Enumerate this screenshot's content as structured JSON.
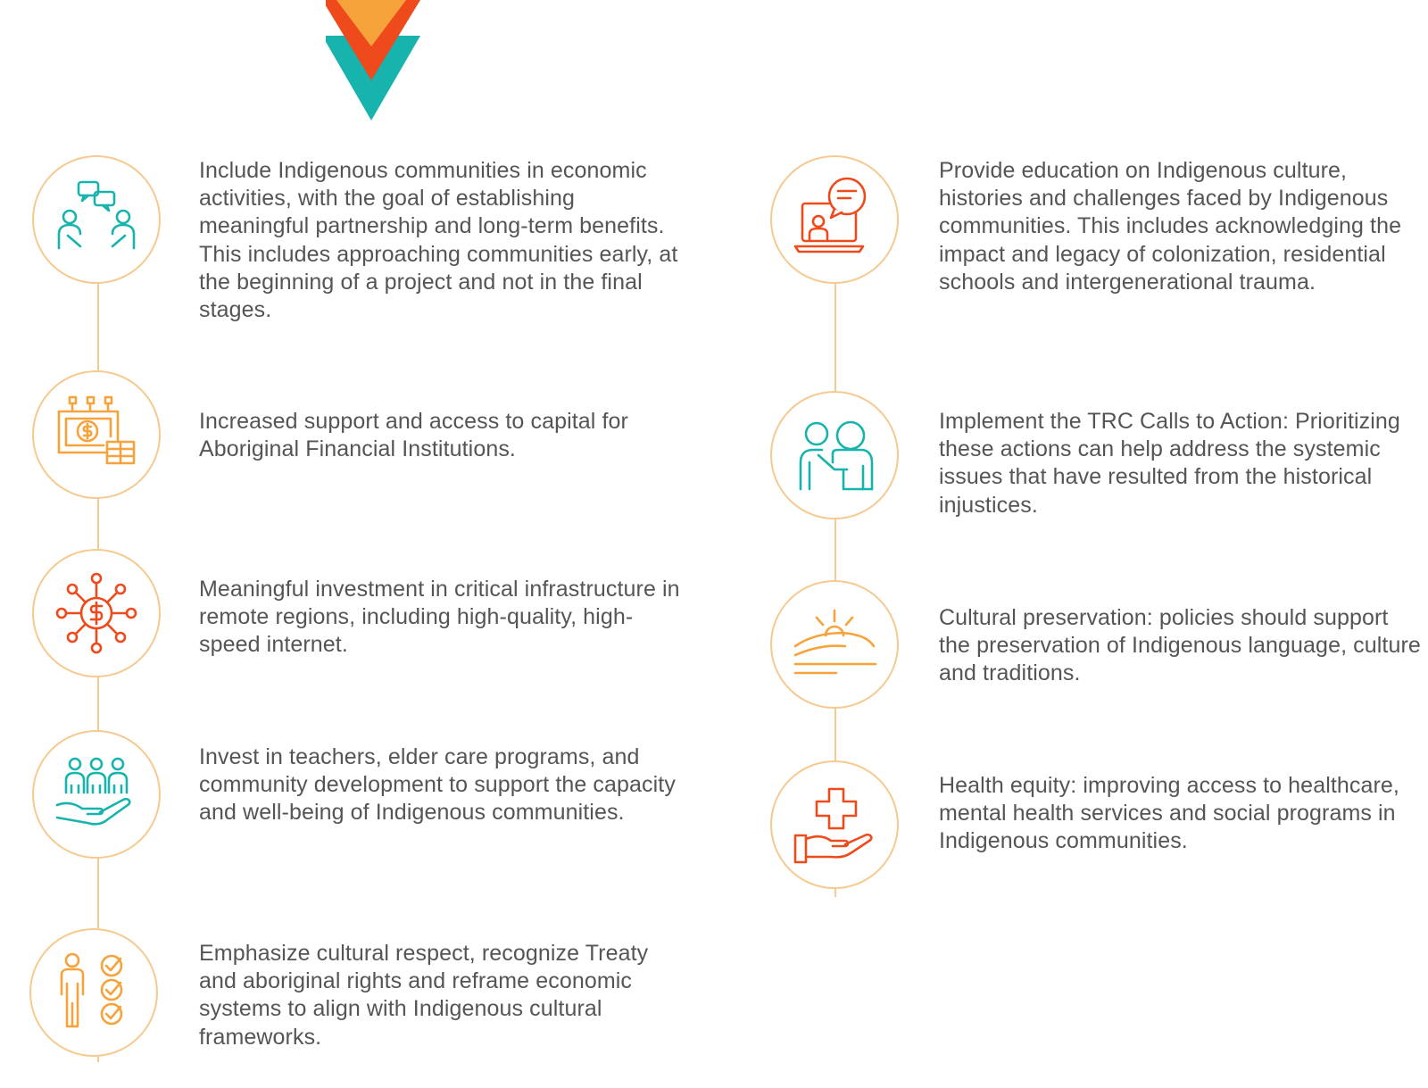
{
  "colors": {
    "teal": "#17b3ad",
    "orange": "#f5a33a",
    "red_orange": "#ee4a1b",
    "circle_border": "#f6c98f",
    "text": "#555555"
  },
  "left_column": [
    {
      "icon": "conversation-people-icon",
      "text": "Include Indigenous communities in economic activities, with the goal of establishing meaningful partnership and long-term benefits. This includes approaching communities early, at the beginning of a project and not in the final stages."
    },
    {
      "icon": "money-capital-icon",
      "text": "Increased support and access to capital for Aboriginal Financial Institutions."
    },
    {
      "icon": "dollar-network-icon",
      "text": "Meaningful investment in critical infrastructure in remote regions, including high-quality, high-speed internet."
    },
    {
      "icon": "community-hand-icon",
      "text": "Invest in teachers, elder care programs, and community development to support the capacity and well-being of Indigenous communities."
    },
    {
      "icon": "person-checklist-icon",
      "text": "Emphasize cultural respect, recognize Treaty and aboriginal rights and reframe economic systems to align with Indigenous cultural frameworks."
    }
  ],
  "right_column": [
    {
      "icon": "online-education-icon",
      "text": "Provide education on Indigenous culture, histories and challenges faced by Indigenous communities. This includes acknowledging the impact and legacy of colonization, residential schools and intergenerational trauma."
    },
    {
      "icon": "support-people-icon",
      "text": "Implement the TRC Calls to Action: Prioritizing these actions can help address the systemic issues that have resulted from the historical injustices."
    },
    {
      "icon": "sunrise-landscape-icon",
      "text": "Cultural preservation: policies should support the preservation of Indigenous language, culture and traditions."
    },
    {
      "icon": "health-hand-icon",
      "text": "Health equity: improving access to healthcare, mental health services and social programs in Indigenous communities."
    }
  ]
}
